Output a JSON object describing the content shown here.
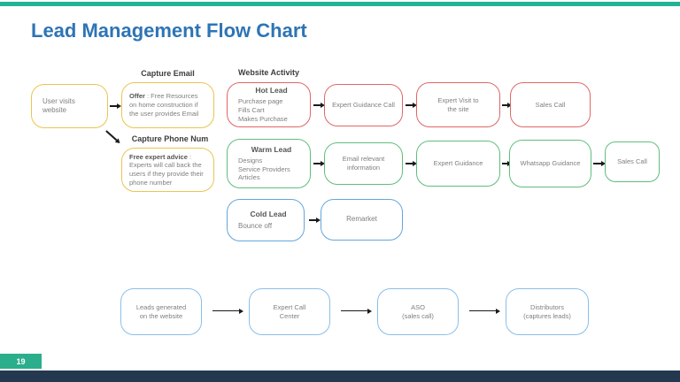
{
  "slide": {
    "title": "Lead Management Flow Chart",
    "page_number": "19"
  },
  "colors": {
    "title_blue": "#2e74b5",
    "accent_teal": "#2bae8b",
    "footer_navy": "#243850",
    "yellow": "#eac54f",
    "red": "#e06666",
    "green": "#5fbe7d",
    "blue": "#64a5dc",
    "light_blue": "#8bbfe8"
  },
  "labels": {
    "capture_email": "Capture Email",
    "capture_phone": "Capture Phone Num",
    "website_activity": "Website Activity"
  },
  "entry": {
    "user_box": "User visits\nwebsite",
    "offer_bold": "Offer",
    "offer_rest": " : Free Resources on home construction if the user provides Email",
    "advice_bold": "Free expert advice",
    "advice_rest": " : Experts will call back the users if they provide their phone number"
  },
  "hot": {
    "header": "Hot Lead",
    "items": [
      "Purchase page",
      "Fills Cart",
      "Makes Purchase"
    ],
    "steps": [
      "Expert Guidance Call",
      "Expert Visit to\nthe site",
      "Sales Call"
    ]
  },
  "warm": {
    "header": "Warm Lead",
    "items": [
      "Designs",
      "Service Providers",
      "Articles"
    ],
    "steps": [
      "Email relevant\ninformation",
      "Expert Guidance",
      "Whatsapp Guidance",
      "Sales Call"
    ]
  },
  "cold": {
    "header": "Cold Lead",
    "items": [
      "Bounce off"
    ],
    "steps": [
      "Remarket"
    ]
  },
  "offline": {
    "steps": [
      "Leads generated\non the website",
      "Expert Call\nCenter",
      "ASO\n(sales call)",
      "Distributors\n(captures leads)"
    ]
  }
}
